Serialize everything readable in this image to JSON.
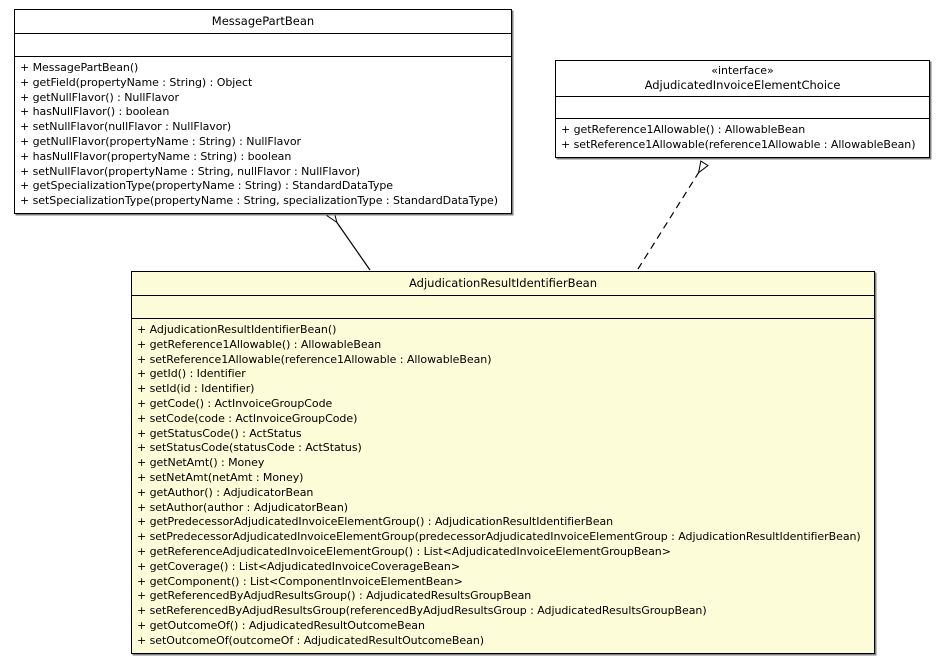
{
  "diagram": {
    "type": "uml-class-diagram",
    "background_color": "#ffffff",
    "tinted_class_fill": "#fdfcd8",
    "line_color": "#000000"
  },
  "classes": {
    "message_part_bean": {
      "name": "MessagePartBean",
      "stereotype": "",
      "attributes": [],
      "operations": [
        "+ MessagePartBean()",
        "+ getField(propertyName : String) : Object",
        "+ getNullFlavor() : NullFlavor",
        "+ hasNullFlavor() : boolean",
        "+ setNullFlavor(nullFlavor : NullFlavor)",
        "+ getNullFlavor(propertyName : String) : NullFlavor",
        "+ hasNullFlavor(propertyName : String) : boolean",
        "+ setNullFlavor(propertyName : String, nullFlavor : NullFlavor)",
        "+ getSpecializationType(propertyName : String) : StandardDataType",
        "+ setSpecializationType(propertyName : String, specializationType : StandardDataType)"
      ]
    },
    "adjudicated_invoice_element_choice": {
      "name": "AdjudicatedInvoiceElementChoice",
      "stereotype": "«interface»",
      "attributes": [],
      "operations": [
        "+ getReference1Allowable() : AllowableBean",
        "+ setReference1Allowable(reference1Allowable : AllowableBean)"
      ]
    },
    "adjudication_result_identifier_bean": {
      "name": "AdjudicationResultIdentifierBean",
      "stereotype": "",
      "attributes": [],
      "operations": [
        "+ AdjudicationResultIdentifierBean()",
        "+ getReference1Allowable() : AllowableBean",
        "+ setReference1Allowable(reference1Allowable : AllowableBean)",
        "+ getId() : Identifier",
        "+ setId(id : Identifier)",
        "+ getCode() : ActInvoiceGroupCode",
        "+ setCode(code : ActInvoiceGroupCode)",
        "+ getStatusCode() : ActStatus",
        "+ setStatusCode(statusCode : ActStatus)",
        "+ getNetAmt() : Money",
        "+ setNetAmt(netAmt : Money)",
        "+ getAuthor() : AdjudicatorBean",
        "+ setAuthor(author : AdjudicatorBean)",
        "+ getPredecessorAdjudicatedInvoiceElementGroup() : AdjudicationResultIdentifierBean",
        "+ setPredecessorAdjudicatedInvoiceElementGroup(predecessorAdjudicatedInvoiceElementGroup : AdjudicationResultIdentifierBean)",
        "+ getReferenceAdjudicatedInvoiceElementGroup() : List<AdjudicatedInvoiceElementGroupBean>",
        "+ getCoverage() : List<AdjudicatedInvoiceCoverageBean>",
        "+ getComponent() : List<ComponentInvoiceElementBean>",
        "+ getReferencedByAdjudResultsGroup() : AdjudicatedResultsGroupBean",
        "+ setReferencedByAdjudResultsGroup(referencedByAdjudResultsGroup : AdjudicatedResultsGroupBean)",
        "+ getOutcomeOf() : AdjudicatedResultOutcomeBean",
        "+ setOutcomeOf(outcomeOf : AdjudicatedResultOutcomeBean)"
      ]
    }
  },
  "relationships": [
    {
      "kind": "generalization",
      "style": "solid",
      "arrowhead": "hollow-triangle",
      "from": "AdjudicationResultIdentifierBean",
      "to": "MessagePartBean"
    },
    {
      "kind": "realization",
      "style": "dashed",
      "arrowhead": "hollow-triangle",
      "from": "AdjudicationResultIdentifierBean",
      "to": "AdjudicatedInvoiceElementChoice"
    }
  ]
}
